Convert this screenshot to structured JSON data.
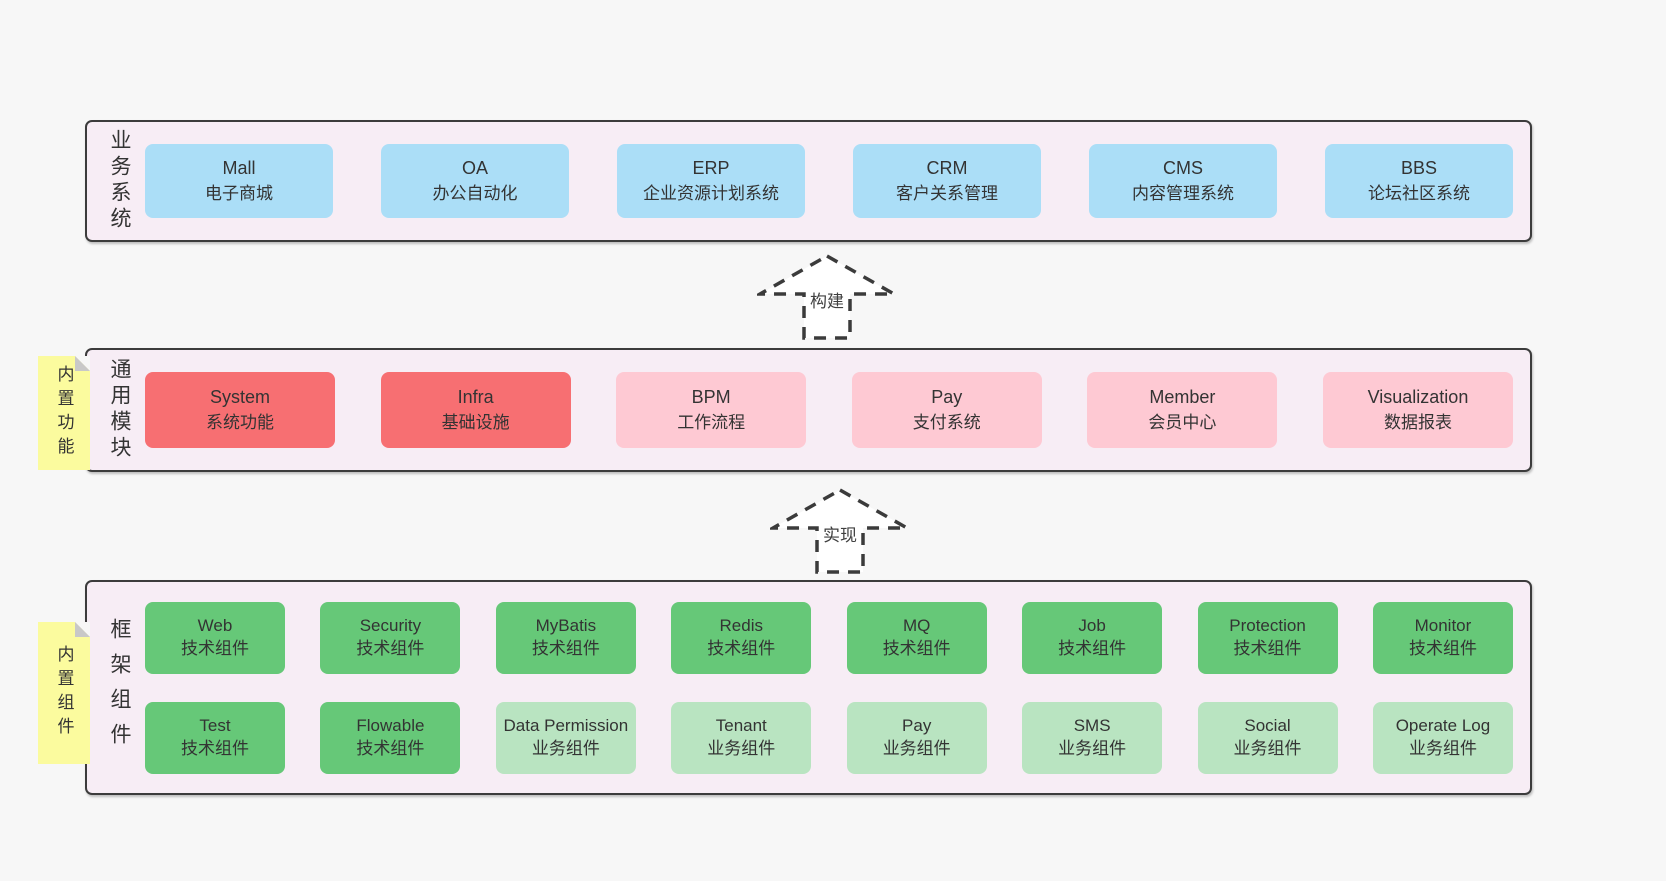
{
  "colors": {
    "page_bg": "#f7f7f7",
    "band_bg": "#f7edf5",
    "band_border": "#3c3c3c",
    "blue": "#abdef7",
    "red": "#f76f72",
    "pink": "#fec9d3",
    "green": "#66c878",
    "light_green": "#b9e4c1",
    "sticky_yellow": "#fbfb9e",
    "fold_gray": "#c8c8c8",
    "text": "#333333"
  },
  "arrows": [
    {
      "label": "构建"
    },
    {
      "label": "实现"
    }
  ],
  "bands": {
    "business": {
      "label": "业务系统",
      "boxes": [
        {
          "en": "Mall",
          "zh": "电子商城"
        },
        {
          "en": "OA",
          "zh": "办公自动化"
        },
        {
          "en": "ERP",
          "zh": "企业资源计划系统"
        },
        {
          "en": "CRM",
          "zh": "客户关系管理"
        },
        {
          "en": "CMS",
          "zh": "内容管理系统"
        },
        {
          "en": "BBS",
          "zh": "论坛社区系统"
        }
      ]
    },
    "modules": {
      "label": "通用模块",
      "sticky": "内置功能",
      "boxes": [
        {
          "en": "System",
          "zh": "系统功能"
        },
        {
          "en": "Infra",
          "zh": "基础设施"
        },
        {
          "en": "BPM",
          "zh": "工作流程"
        },
        {
          "en": "Pay",
          "zh": "支付系统"
        },
        {
          "en": "Member",
          "zh": "会员中心"
        },
        {
          "en": "Visualization",
          "zh": "数据报表"
        }
      ]
    },
    "framework": {
      "label": "框架组件",
      "sticky": "内置组件",
      "row1": [
        {
          "en": "Web",
          "zh": "技术组件"
        },
        {
          "en": "Security",
          "zh": "技术组件"
        },
        {
          "en": "MyBatis",
          "zh": "技术组件"
        },
        {
          "en": "Redis",
          "zh": "技术组件"
        },
        {
          "en": "MQ",
          "zh": "技术组件"
        },
        {
          "en": "Job",
          "zh": "技术组件"
        },
        {
          "en": "Protection",
          "zh": "技术组件"
        },
        {
          "en": "Monitor",
          "zh": "技术组件"
        }
      ],
      "row2": [
        {
          "en": "Test",
          "zh": "技术组件"
        },
        {
          "en": "Flowable",
          "zh": "技术组件"
        },
        {
          "en": "Data Permission",
          "zh": "业务组件"
        },
        {
          "en": "Tenant",
          "zh": "业务组件"
        },
        {
          "en": "Pay",
          "zh": "业务组件"
        },
        {
          "en": "SMS",
          "zh": "业务组件"
        },
        {
          "en": "Social",
          "zh": "业务组件"
        },
        {
          "en": "Operate Log",
          "zh": "业务组件"
        }
      ]
    }
  }
}
